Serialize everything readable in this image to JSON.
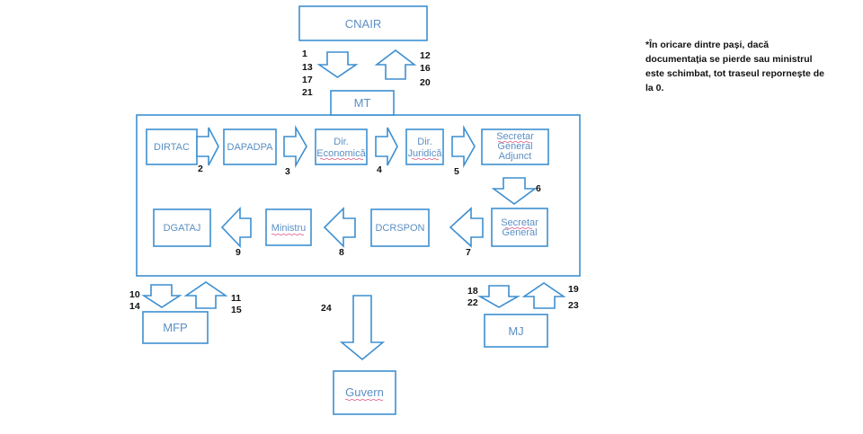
{
  "nodes": {
    "cnair": "CNAIR",
    "mt": "MT",
    "dirtac": "DIRTAC",
    "dapadpa": "DAPADPA",
    "dir_economica": [
      "Dir.",
      "Economică"
    ],
    "dir_juridica": [
      "Dir.",
      "Juridică"
    ],
    "secretar_general_adjunct": [
      "Secretar",
      "General",
      "Adjunct"
    ],
    "secretar_general": [
      "Secretar",
      "General"
    ],
    "dcrspon": "DCRSPON",
    "ministru": "Ministru",
    "dgataj": "DGATAJ",
    "mfp": "MFP",
    "mj": "MJ",
    "guvern": "Guvern"
  },
  "steps": {
    "cnair_to_mt": [
      "1",
      "13",
      "17",
      "21"
    ],
    "mt_to_cnair": [
      "12",
      "16",
      "20"
    ],
    "s2": "2",
    "s3": "3",
    "s4": "4",
    "s5": "5",
    "s6": "6",
    "s7": "7",
    "s8": "8",
    "s9": "9",
    "mt_to_mfp": [
      "10",
      "14"
    ],
    "mfp_to_mt": [
      "11",
      "15"
    ],
    "mt_to_guvern": "24",
    "mt_to_mj": [
      "18",
      "22"
    ],
    "mj_to_mt": [
      "19",
      "23"
    ]
  },
  "note": "*În oricare dintre pași, dacă documentația se pierde sau ministrul este schimbat, tot traseul repornește de la 0.",
  "colors": {
    "box_stroke": "#3d8fd1",
    "label_text": "#5b8fc4",
    "misspell_underline": "#e0507a"
  }
}
